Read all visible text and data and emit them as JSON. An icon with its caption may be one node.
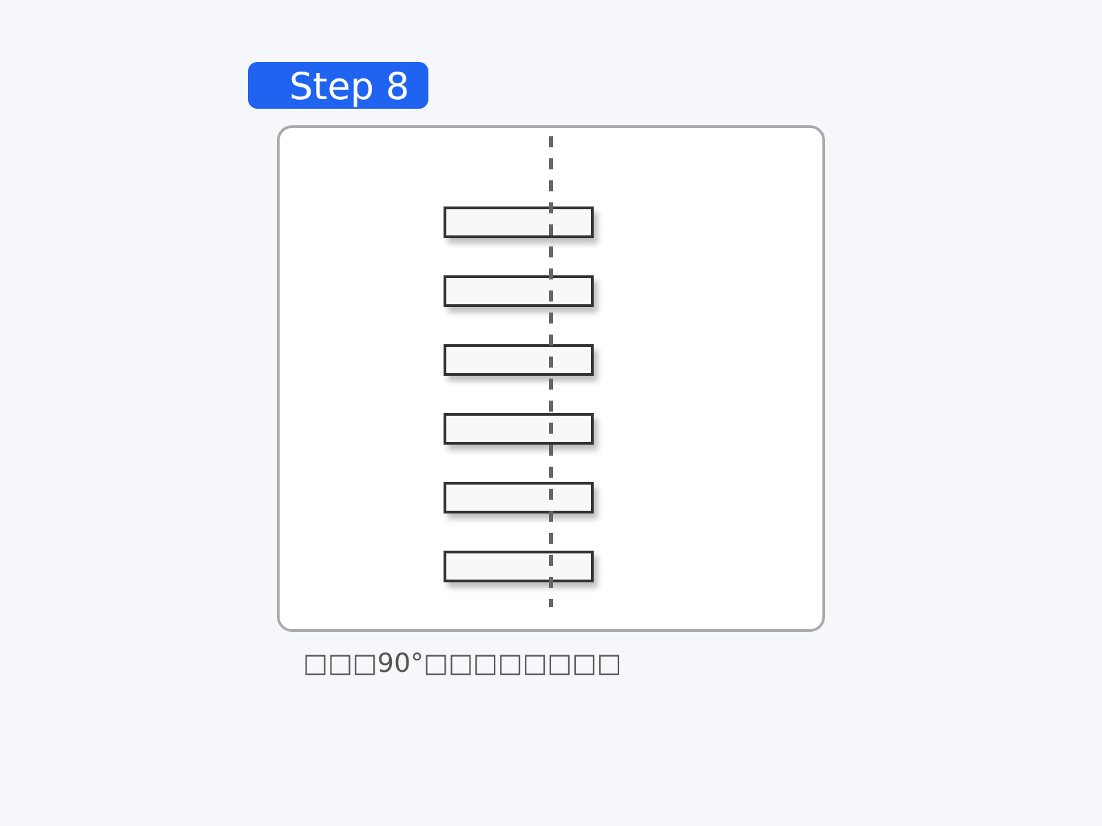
{
  "diagram": {
    "caption": "□□□90°□□□□□□□□",
    "nodes": [
      {
        "text": [
          "Step 8"
        ]
      },
      {
        "text": [],
        "shape": "box"
      },
      {
        "text": [],
        "shape": "bar",
        "in": 1
      },
      {
        "text": [],
        "shape": "bar",
        "in": 1
      },
      {
        "text": [],
        "shape": "bar",
        "in": 1
      },
      {
        "text": [],
        "shape": "bar",
        "in": 1
      },
      {
        "text": [],
        "shape": "bar",
        "in": 1
      },
      {
        "text": [],
        "shape": "bar",
        "in": 1
      }
    ]
  }
}
